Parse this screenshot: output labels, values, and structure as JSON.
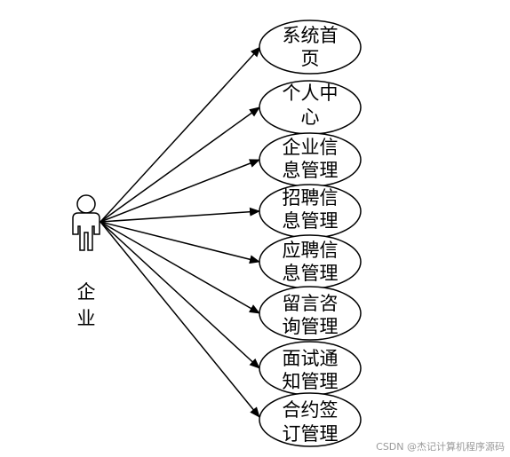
{
  "actor": {
    "name_line1": "企",
    "name_line2": "业"
  },
  "use_cases": [
    {
      "line1": "系统首",
      "line2": "页"
    },
    {
      "line1": "个人中",
      "line2": "心"
    },
    {
      "line1": "企业信",
      "line2": "息管理"
    },
    {
      "line1": "招聘信",
      "line2": "息管理"
    },
    {
      "line1": "应聘信",
      "line2": "息管理"
    },
    {
      "line1": "留言咨",
      "line2": "询管理"
    },
    {
      "line1": "面试通",
      "line2": "知管理"
    },
    {
      "line1": "合约签",
      "line2": "订管理"
    }
  ],
  "watermark": "CSDN @杰记计算机程序源码"
}
